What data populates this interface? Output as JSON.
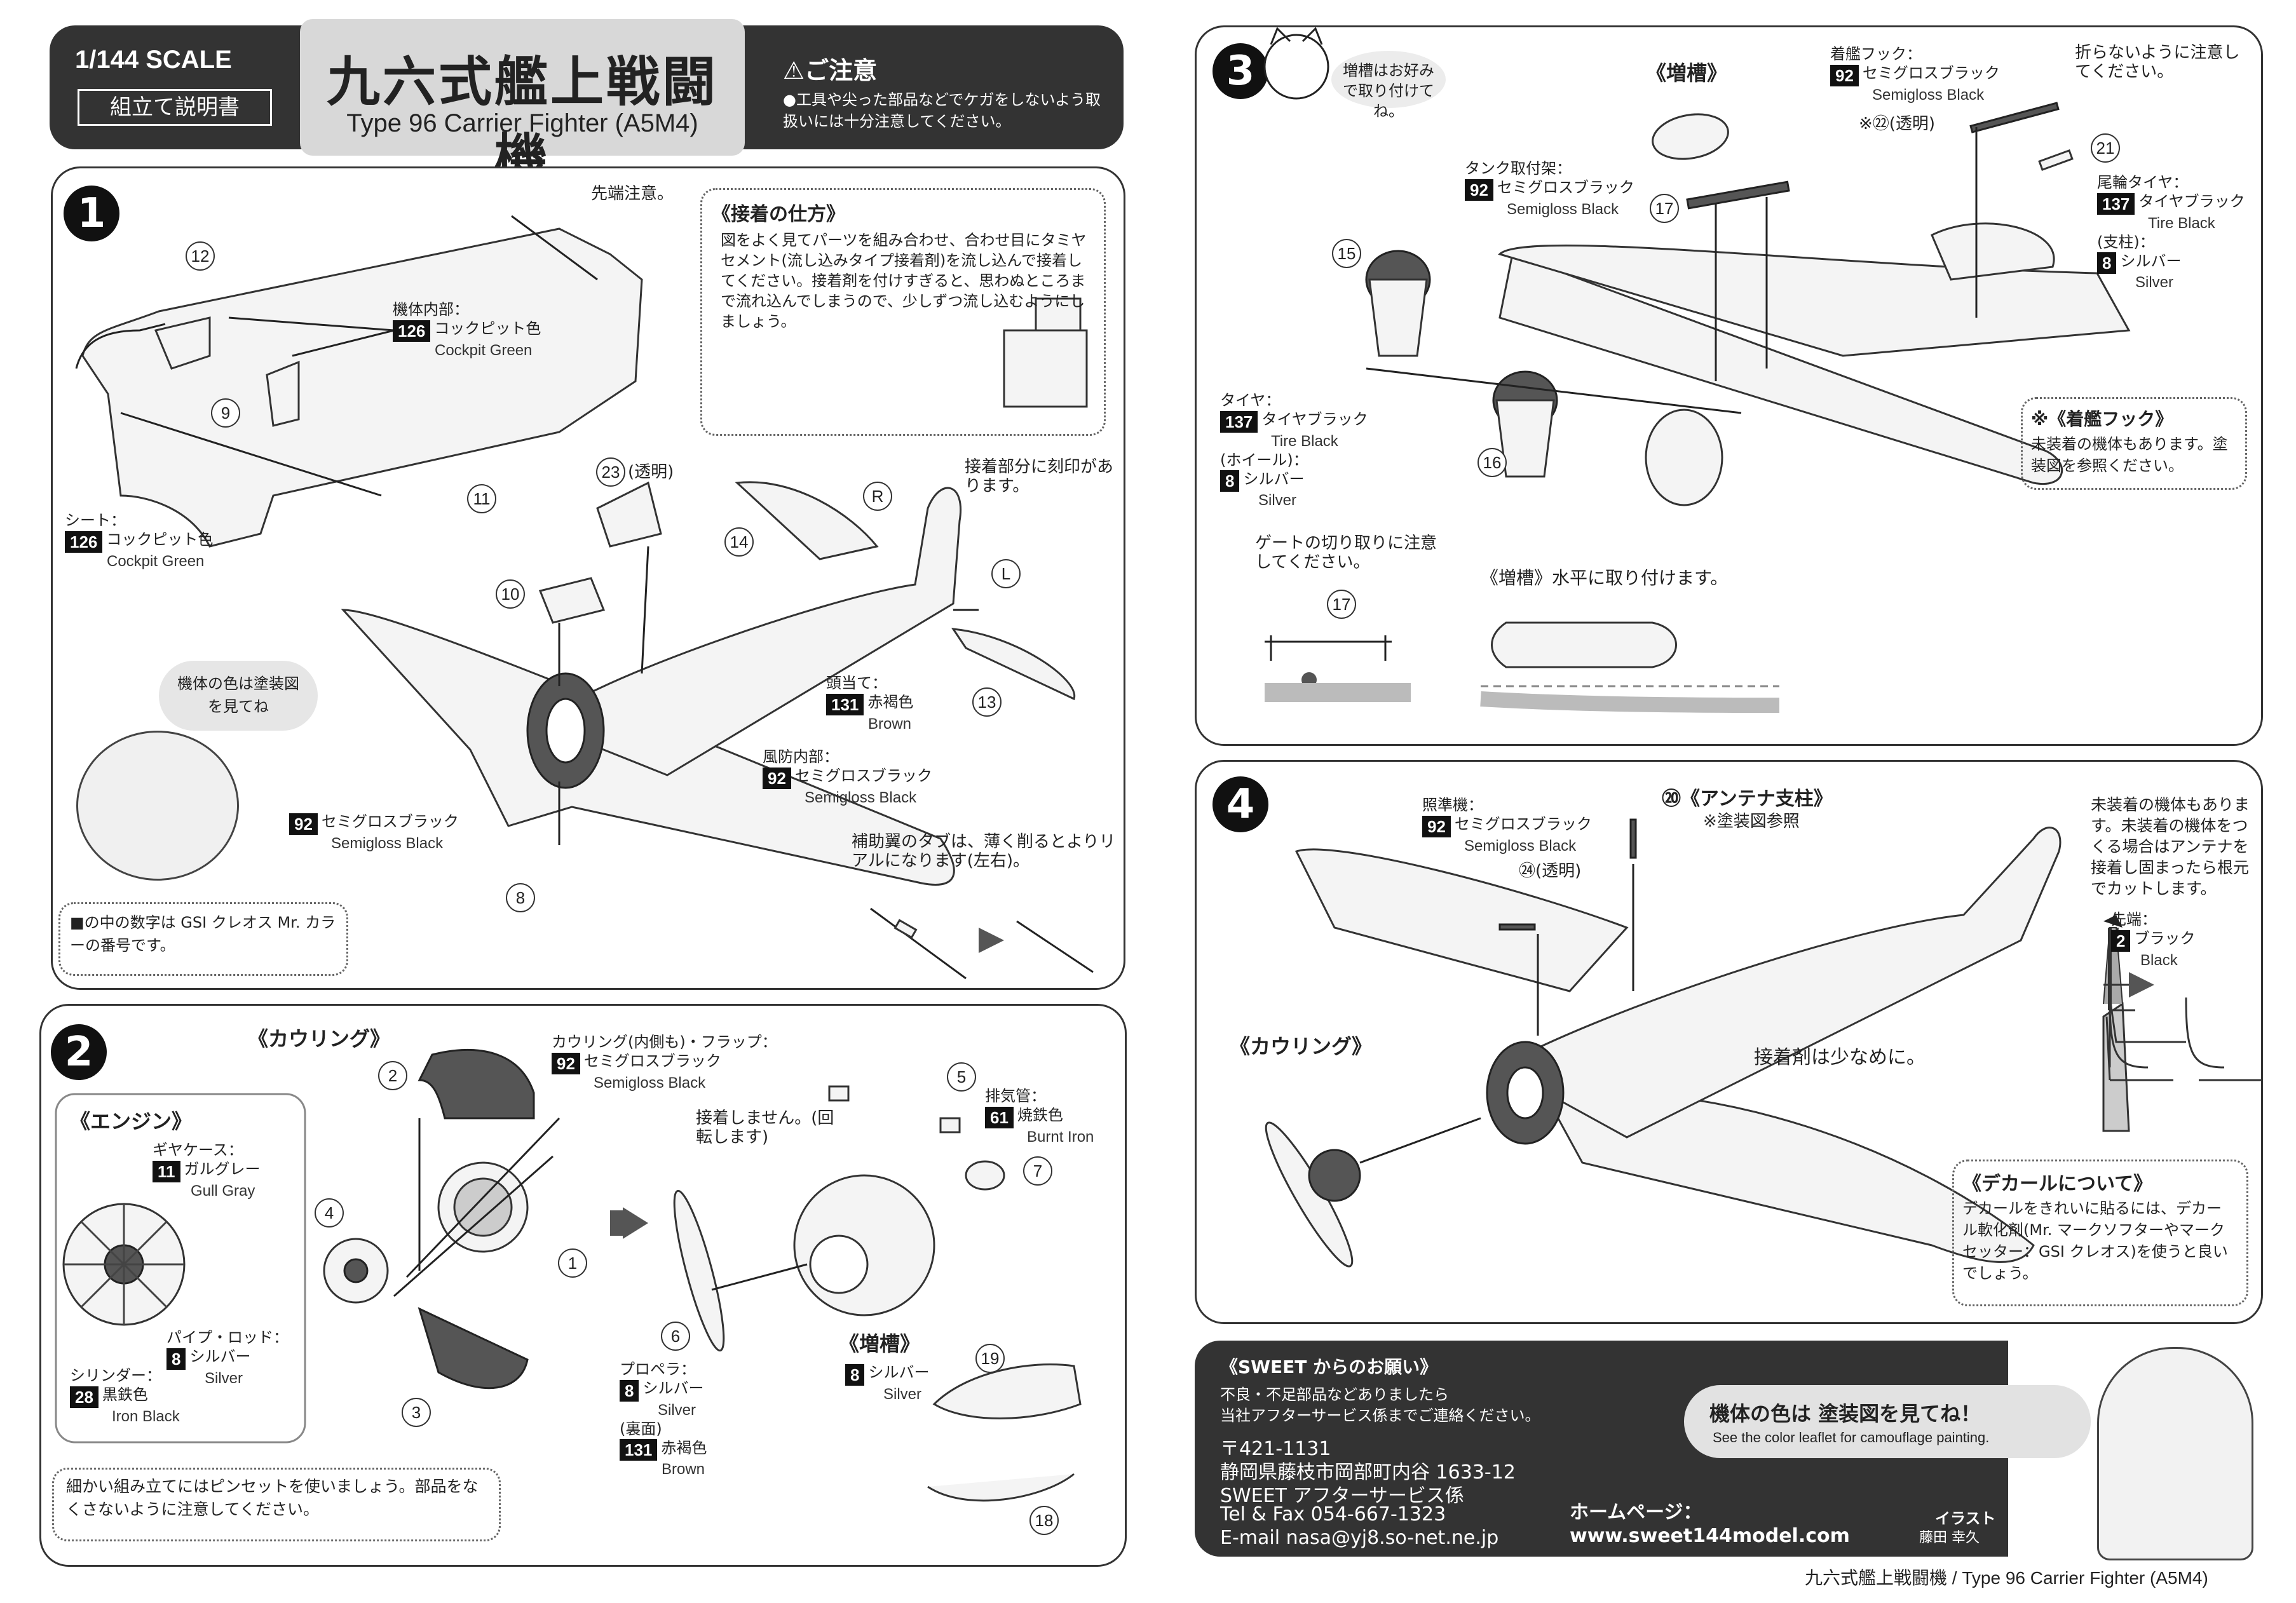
{
  "header": {
    "scale": "1/144 SCALE",
    "manual": "組立て説明書",
    "title_jp": "九六式艦上戦闘機",
    "title_en": "Type 96 Carrier Fighter (A5M4)",
    "caution_title": "⚠ご注意",
    "caution_text": "●工具や尖った部品などでケガをしないよう取扱いには十分注意してください。"
  },
  "step1": {
    "num": "1",
    "tip_note": "先端注意。",
    "glue_title": "《接着の仕方》",
    "glue_text": "図をよく見てパーツを組み合わせ、合わせ目にタミヤセメント(流し込みタイプ接着剤)を流し込んで接着してください。接着剤を付けすぎると、思わぬところまで流れ込んでしまうので、少しずつ流し込むようにしましょう。",
    "fuselage_label": "機体内部：",
    "seat_label": "シート：",
    "cockpit_code": "126",
    "cockpit_jp": "コックピット色",
    "cockpit_en": "Cockpit Green",
    "clear23": "(透明)",
    "marking_note": "接着部分に刻印があります。",
    "headrest_label": "頭当て：",
    "brown_code": "131",
    "brown_jp": "赤褐色",
    "brown_en": "Brown",
    "windshield_label": "風防内部：",
    "sgb_code": "92",
    "sgb_jp": "セミグロスブラック",
    "sgb_en": "Semigloss Black",
    "color_bubble": "機体の色は塗装図を見てね",
    "tab_note": "補助翼のタブは、薄く削るとよりリアルになります(左右)。",
    "gsi_note": "■の中の数字は GSI クレオス Mr. カラーの番号です。",
    "parts": [
      "12",
      "9",
      "11",
      "23",
      "10",
      "14",
      "13",
      "8"
    ],
    "R": "R",
    "L": "L"
  },
  "step2": {
    "num": "2",
    "cowling_title": "《カウリング》",
    "engine_title": "《エンジン》",
    "gearcase_label": "ギヤケース：",
    "gullgray_code": "11",
    "gullgray_jp": "ガルグレー",
    "gullgray_en": "Gull Gray",
    "pushrod_label": "パイプ・ロッド：",
    "cylinder_label": "シリンダー：",
    "silver_code": "8",
    "silver_jp": "シルバー",
    "silver_en": "Silver",
    "ironblack_code": "28",
    "ironblack_jp": "黒鉄色",
    "ironblack_en": "Iron Black",
    "cowl_flap_label": "カウリング(内側も)・フラップ：",
    "exhaust_label": "排気管：",
    "burntiron_code": "61",
    "burntiron_jp": "焼鉄色",
    "burntiron_en": "Burnt Iron",
    "no_glue": "接着しません。(回転します)",
    "prop_label": "プロペラ：",
    "back_label": "(裏面)",
    "droptank_title": "《増槽》",
    "tweezers_note": "細かい組み立てにはピンセットを使いましょう。部品をなくさないように注意してください。",
    "parts": [
      "2",
      "4",
      "1",
      "3",
      "5",
      "7",
      "6",
      "19",
      "18"
    ]
  },
  "step3": {
    "num": "3",
    "cat_bubble": "増槽はお好みで取り付けてね。",
    "droptank_title": "《増槽》",
    "hook_label": "着艦フック：",
    "clear22": "※㉒(透明)",
    "nofold_note": "折らないように注意してください。",
    "tailwheel_label": "尾輪タイヤ：",
    "tireblack_code": "137",
    "tireblack_jp": "タイヤブラック",
    "tireblack_en": "Tire Black",
    "strut_label": "(支柱)：",
    "tankmount_label": "タンク取付架：",
    "tire_label": "タイヤ：",
    "wheel_label": "(ホイール)：",
    "hook_title": "※《着艦フック》",
    "hook_text": "未装着の機体もあります。塗装図を参照ください。",
    "gate_note": "ゲートの切り取りに注意してください。",
    "level_note": "《増槽》水平に取り付けます。",
    "parts": [
      "17",
      "15",
      "16",
      "21",
      "17"
    ]
  },
  "step4": {
    "num": "4",
    "sight_label": "照準機：",
    "antenna_title": "⑳《アンテナ支柱》",
    "antenna_ref": "※塗装図参照",
    "clear24": "㉔(透明)",
    "cowling_title": "《カウリング》",
    "less_glue": "接着剤は少なめに。",
    "antenna_note": "未装着の機体もあります。未装着の機体をつくる場合はアンテナを接着し固まったら根元でカットします。",
    "tip_label": "先端：",
    "black_code": "2",
    "black_jp": "ブラック",
    "black_en": "Black",
    "decal_title": "《デカールについて》",
    "decal_text": "デカールをきれいに貼るには、デカール軟化剤(Mr. マークソフターやマークセッター：GSI クレオス)を使うと良いでしょう。"
  },
  "footer": {
    "request_title": "《SWEET からのお願い》",
    "request_text1": "不良・不足部品などありましたら",
    "request_text2": "当社アフターサービス係までご連絡ください。",
    "postal": "〒421-1131",
    "address": "静岡県藤枝市岡部町内谷 1633-12",
    "dept": "SWEET アフターサービス係",
    "tel": "Tel & Fax 054-667-1323",
    "email": "E-mail nasa@yj8.so-net.ne.jp",
    "hp_label": "ホームページ：",
    "url": "www.sweet144model.com",
    "color_jp": "機体の色は 塗装図を見てね！",
    "color_en": "See the color leaflet for camouflage painting.",
    "illust_label": "イラスト",
    "illustrator": "藤田 幸久",
    "bottom_caption": "九六式艦上戦闘機 / Type 96 Carrier Fighter (A5M4)"
  }
}
